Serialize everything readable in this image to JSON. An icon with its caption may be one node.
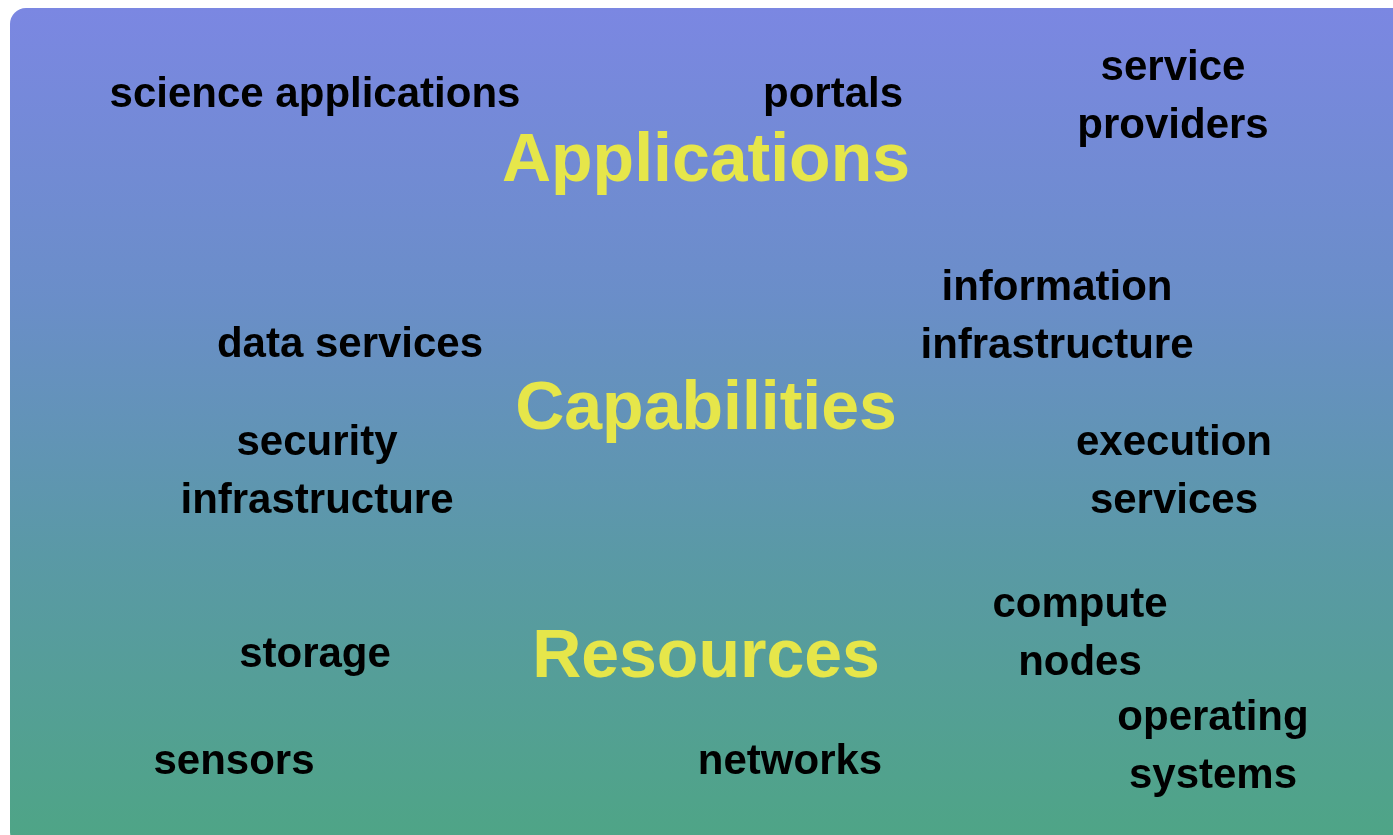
{
  "diagram": {
    "labels": [
      "science applications",
      "portals",
      "service providers",
      "Applications",
      "information infrastructure",
      "data services",
      "Capabilities",
      "security infrastructure",
      "execution services",
      "compute nodes",
      "storage",
      "Resources",
      "operating systems",
      "sensors",
      "networks"
    ]
  }
}
